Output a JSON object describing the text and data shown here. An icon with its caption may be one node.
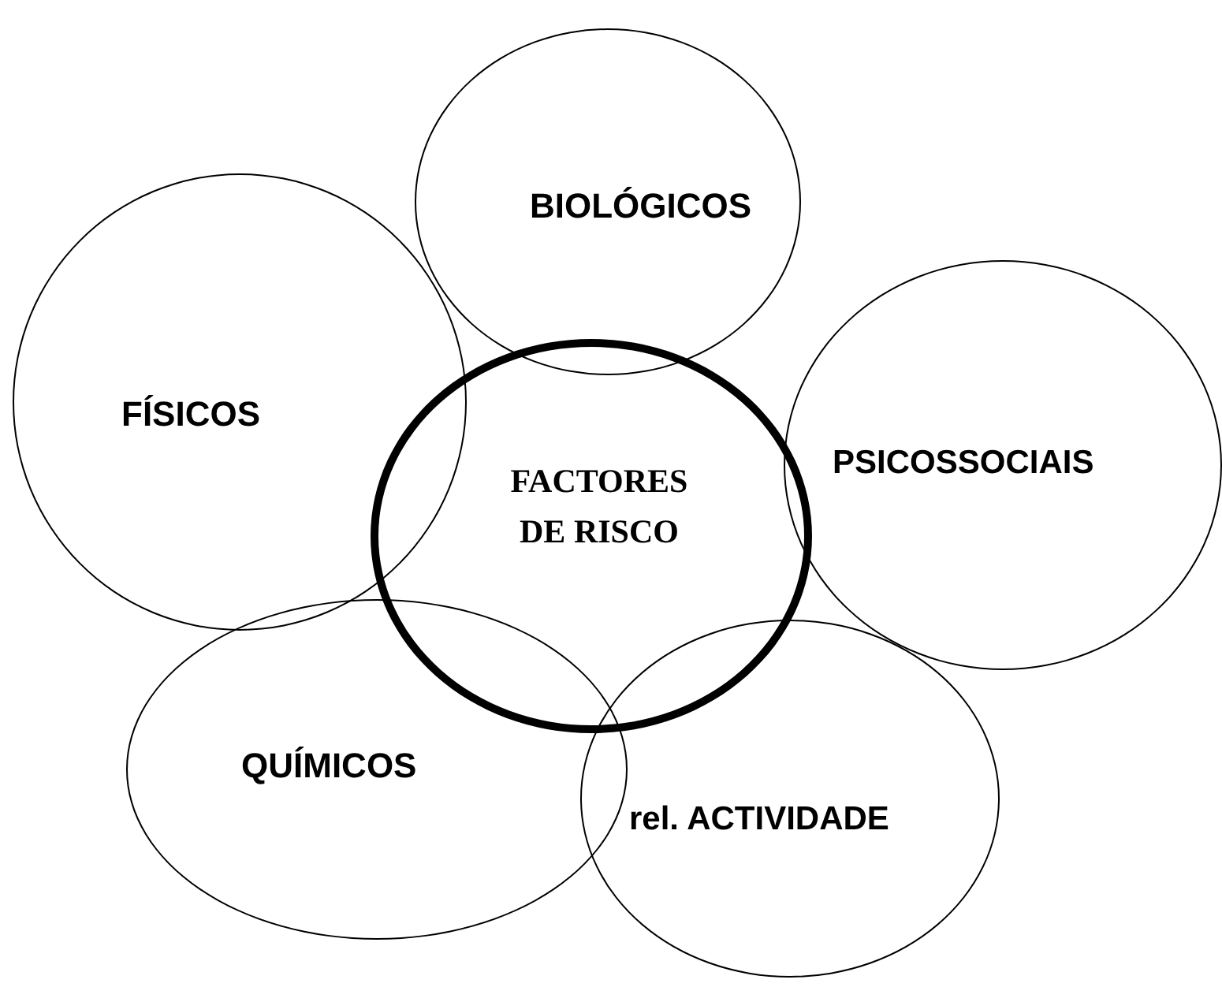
{
  "diagram": {
    "nodes": [
      {
        "text": [
          "BIOLÓGICOS"
        ]
      },
      {
        "text": [
          "FÍSICOS"
        ]
      },
      {
        "text": [
          "FACTORES DE RISCO"
        ]
      },
      {
        "text": [
          "PSICOSSOCIAIS"
        ]
      },
      {
        "text": [
          "QUÍMICOS"
        ]
      },
      {
        "text": [
          "rel. ACTIVIDADE"
        ]
      }
    ]
  }
}
